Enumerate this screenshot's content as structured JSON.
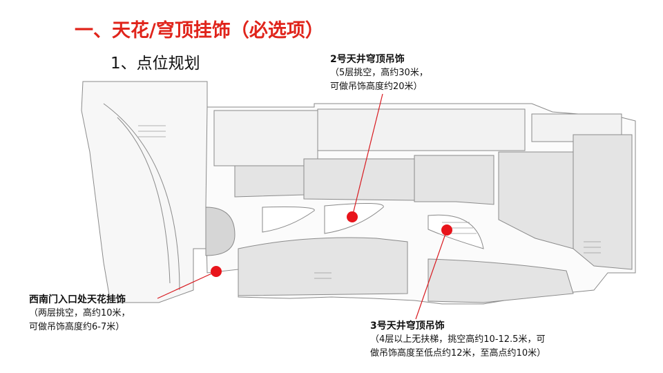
{
  "slide": {
    "title": "一、天花/穹顶挂饰（必选项）",
    "subtitle": "1、点位规划"
  },
  "callouts": [
    {
      "title": "2号天井穹顶吊饰",
      "lines": [
        "（5层挑空，高约30米，",
        "可做吊饰高度约20米）"
      ]
    },
    {
      "title": "西南门入口处天花挂饰",
      "lines": [
        "（两层挑空，高约10米，",
        "可做吊饰高度约6-7米）"
      ]
    },
    {
      "title": "3号天井穹顶吊饰",
      "lines": [
        "（4层以上无扶梯，挑空高约10-12.5米，可",
        "做吊饰高度至低点约12米，至高点约10米）"
      ]
    }
  ],
  "colors": {
    "title": "#e0241b",
    "marker": "#e8141b",
    "leader": "#d8191f",
    "plan_fill": "#e4e4e4",
    "plan_line": "#8a8a8a"
  }
}
